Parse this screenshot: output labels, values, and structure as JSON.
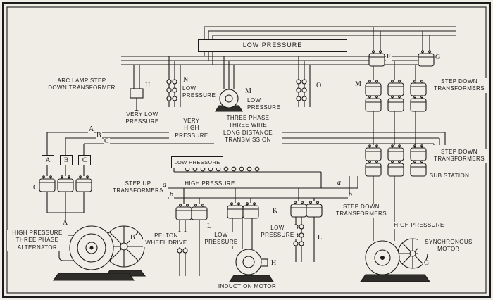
{
  "figure": {
    "type": "three-phase power transmission system diagram"
  },
  "colors": {
    "ink": "#1b1b1b",
    "paper": "#efede6",
    "dark": "#2f2d2a"
  },
  "labels": {
    "low_pressure_main": "LOW PRESSURE",
    "arc_lamp_transformer": "ARC LAMP STEP\nDOWN TRANSFORMER",
    "very_low_pressure": "VERY LOW\nPRESSURE",
    "n_low_pressure": "LOW\nPRESSURE",
    "m_low_pressure": "LOW\nPRESSURE",
    "step_down_top": "STEP DOWN\nTRANSFORMERS",
    "very_high_pressure": "VERY\nHIGH\nPRESSURE",
    "transmission": "THREE PHASE\nTHREE WIRE\nLONG DISTANCE\nTRANSMISSION",
    "low_pressure_feeder": "LOW PRESSURE",
    "step_up": "STEP UP\nTRANSFORMERS",
    "high_pressure_feeder": "HIGH PRESSURE",
    "step_down_substation": "STEP DOWN\nTRANSFORMERS",
    "sub_station": "SUB STATION",
    "alternator": "HIGH PRESSURE\nTHREE PHASE\nALTERNATOR",
    "pelton": "PELTON\nWHEEL DRIVE",
    "l_low_pressure": "LOW\nPRESSURE",
    "k_low_pressure": "LOW\nPRESSURE",
    "step_down_bottom": "STEP DOWN\nTRANSFORMERS",
    "induction_motor": "INDUCTION MOTOR",
    "high_pressure_right": "HIGH PRESSURE",
    "synchronous_motor": "SYNCHRONOUS\nMOTOR"
  },
  "letters": {
    "h_top": "H",
    "n": "N",
    "m_motor": "M",
    "o": "O",
    "m_bank": "M",
    "f_top": "F",
    "g_top": "G",
    "line_a": "A",
    "line_b": "B",
    "line_c": "C",
    "box_a": "A",
    "box_b": "B",
    "box_c": "C",
    "c_bank": "C",
    "a_left": "a",
    "b_left": "b",
    "a_right": "a",
    "b_right": "b",
    "alt_a": "A",
    "pelton_b": "B",
    "l_left": "L",
    "k": "K",
    "l_right": "L",
    "h_motor": "H",
    "g_motor": "G"
  }
}
